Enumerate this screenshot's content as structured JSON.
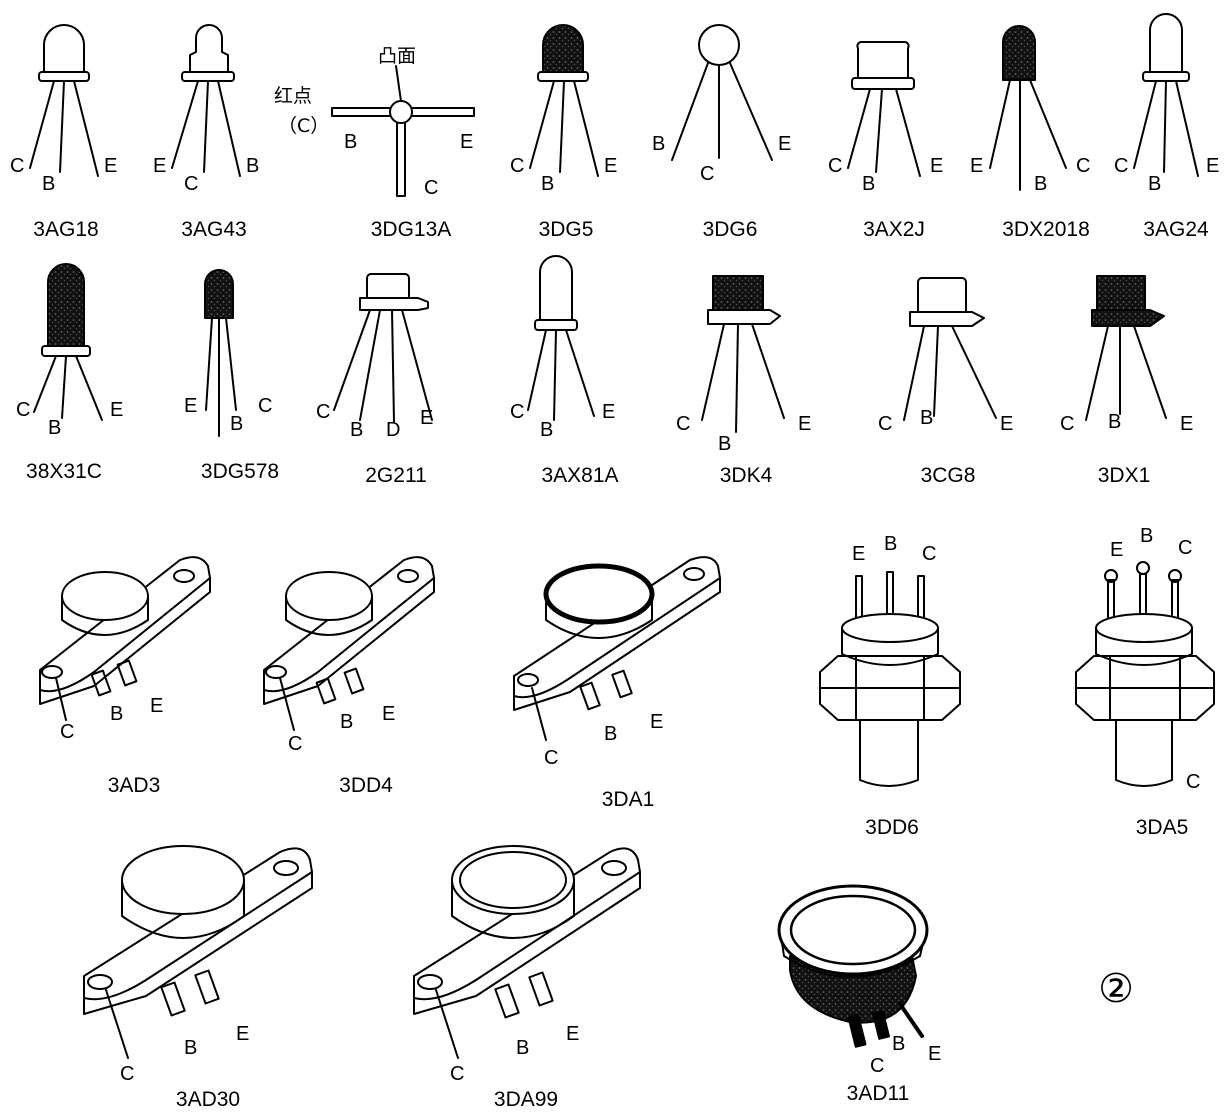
{
  "figure_number": "②",
  "annotations": {
    "convex_face": "凸面",
    "red_dot": "红点",
    "red_dot_pin": "（C）"
  },
  "small_transistors": [
    {
      "name": "3AG18",
      "pins": [
        "C",
        "B",
        "E"
      ]
    },
    {
      "name": "3AG43",
      "pins": [
        "E",
        "C",
        "B"
      ]
    },
    {
      "name": "3DG13A",
      "pins": [
        "B",
        "E",
        "C"
      ]
    },
    {
      "name": "3DG5",
      "pins": [
        "C",
        "B",
        "E"
      ]
    },
    {
      "name": "3DG6",
      "pins": [
        "B",
        "C",
        "E"
      ]
    },
    {
      "name": "3AX2J",
      "pins": [
        "C",
        "B",
        "E"
      ]
    },
    {
      "name": "3DX2018",
      "pins": [
        "E",
        "B",
        "C"
      ]
    },
    {
      "name": "3AG24",
      "pins": [
        "C",
        "B",
        "E"
      ]
    },
    {
      "name": "38X31C",
      "pins": [
        "C",
        "B",
        "E"
      ]
    },
    {
      "name": "3DG578",
      "pins": [
        "E",
        "B",
        "C"
      ]
    },
    {
      "name": "2G211",
      "pins": [
        "C",
        "B",
        "D",
        "E"
      ]
    },
    {
      "name": "3AX81A",
      "pins": [
        "C",
        "B",
        "E"
      ]
    },
    {
      "name": "3DK4",
      "pins": [
        "C",
        "B",
        "E"
      ]
    },
    {
      "name": "3CG8",
      "pins": [
        "C",
        "B",
        "E"
      ]
    },
    {
      "name": "3DX1",
      "pins": [
        "C",
        "B",
        "E"
      ]
    }
  ],
  "power_transistors": [
    {
      "name": "3AD3",
      "pins": [
        "C",
        "B",
        "E"
      ]
    },
    {
      "name": "3DD4",
      "pins": [
        "C",
        "B",
        "E"
      ]
    },
    {
      "name": "3DA1",
      "pins": [
        "C",
        "B",
        "E"
      ]
    },
    {
      "name": "3DD6",
      "pins": [
        "E",
        "B",
        "C"
      ]
    },
    {
      "name": "3DA5",
      "pins": [
        "E",
        "B",
        "C",
        "C"
      ]
    },
    {
      "name": "3AD30",
      "pins": [
        "C",
        "B",
        "E"
      ]
    },
    {
      "name": "3DA99",
      "pins": [
        "C",
        "B",
        "E"
      ]
    },
    {
      "name": "3AD11",
      "pins": [
        "C",
        "B",
        "E"
      ]
    }
  ]
}
